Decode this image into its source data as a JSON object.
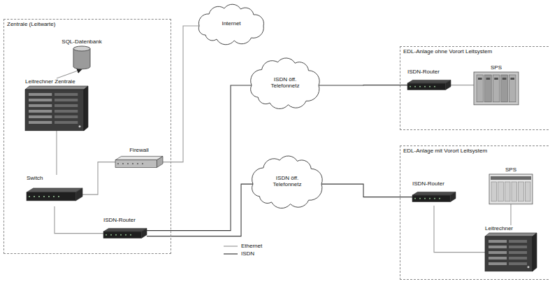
{
  "diagram": {
    "nodes": [
      {
        "text": [
          "Zentrale (Leitwarte)"
        ]
      },
      {
        "text": [
          "SQL-Datenbank"
        ],
        "in": 0
      },
      {
        "text": [
          "Leitrechner Zentrale"
        ],
        "in": 0
      },
      {
        "text": [
          "Switch"
        ],
        "in": 0
      },
      {
        "text": [
          "Firewall"
        ],
        "in": 0
      },
      {
        "text": [
          "ISDN-Router"
        ],
        "in": 0
      },
      {
        "text": [
          "Internet"
        ]
      },
      {
        "text": [
          "ISDN öff. Telefonnetz"
        ]
      },
      {
        "text": [
          "ISDN öff. Telefonnetz"
        ]
      },
      {
        "text": [
          "EDL-Anlage ohne Vorort Leitsystem"
        ]
      },
      {
        "text": [
          "ISDN-Router"
        ],
        "in": 9
      },
      {
        "text": [
          "SPS"
        ],
        "in": 9
      },
      {
        "text": [
          "EDL-Anlage mit Vorort Leitsystem"
        ]
      },
      {
        "text": [
          "ISDN-Router"
        ],
        "in": 12
      },
      {
        "text": [
          "SPS"
        ],
        "in": 12
      },
      {
        "text": [
          "Leitrechner"
        ],
        "in": 12
      }
    ],
    "edges": [
      {
        "from": 2,
        "to": 1,
        "arrow": "to"
      },
      {
        "from": 2,
        "to": 3,
        "arrow": "none"
      },
      {
        "from": 3,
        "to": 4,
        "arrow": "none"
      },
      {
        "from": 3,
        "to": 5,
        "arrow": "none"
      },
      {
        "from": 4,
        "to": 6,
        "arrow": "none"
      },
      {
        "from": 5,
        "to": 7,
        "arrow": "none"
      },
      {
        "from": 5,
        "to": 8,
        "arrow": "none"
      },
      {
        "from": 7,
        "to": 10,
        "arrow": "none"
      },
      {
        "from": 10,
        "to": 11,
        "arrow": "none"
      },
      {
        "from": 8,
        "to": 13,
        "arrow": "none"
      },
      {
        "from": 13,
        "to": 15,
        "arrow": "none"
      },
      {
        "from": 15,
        "to": 14,
        "arrow": "none"
      }
    ],
    "legend": [
      {
        "text": "Ethernet"
      },
      {
        "text": "ISDN"
      }
    ]
  }
}
